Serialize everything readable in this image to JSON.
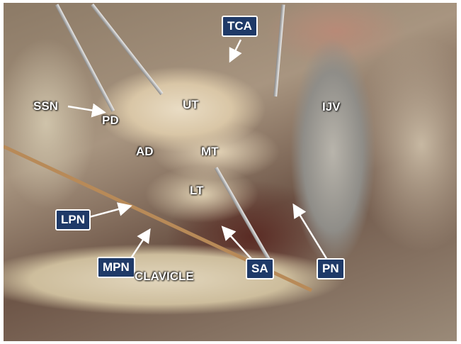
{
  "labels": {
    "tca": "TCA",
    "ssn": "SSN",
    "ut": "UT",
    "pd": "PD",
    "ad": "AD",
    "mt": "MT",
    "ijv": "IJV",
    "lt": "LT",
    "lpn": "LPN",
    "mpn": "MPN",
    "sa": "SA",
    "pn": "PN",
    "clavicle": "CLAVICLE"
  },
  "colors": {
    "label_box": "#1f3a68",
    "label_text": "#ffffff"
  }
}
